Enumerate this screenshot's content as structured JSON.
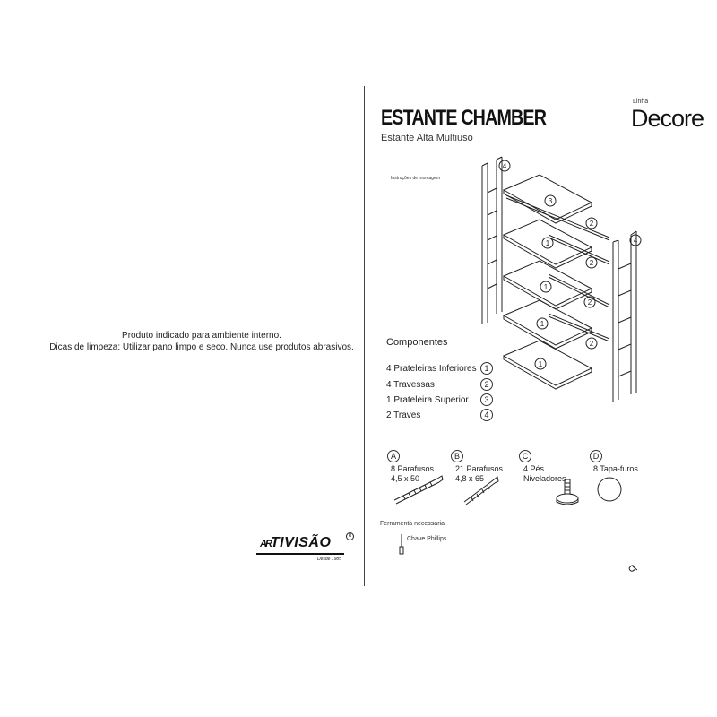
{
  "left_panel": {
    "indication": "Produto indicado para ambiente interno.",
    "cleaning_tips": "Dicas de limpeza: Utilizar pano limpo e seco. Nunca use produtos abrasivos.",
    "brand": {
      "name": "TIVISÃO",
      "prefix": "AR",
      "since": "Desde 1985",
      "registered": "R"
    }
  },
  "header": {
    "title": "ESTANTE CHAMBER",
    "subtitle": "Estante Alta Multiuso",
    "line_label": "Linha",
    "line_name": "Decore"
  },
  "diagram": {
    "caption": "Instruções de montagem"
  },
  "components": {
    "heading": "Componentes",
    "items": [
      {
        "label": "4 Prateleiras Inferiores",
        "number": "1"
      },
      {
        "label": "4 Travessas",
        "number": "2"
      },
      {
        "label": "1 Prateleira Superior",
        "number": "3"
      },
      {
        "label": "2 Traves",
        "number": "4"
      }
    ]
  },
  "hardware": [
    {
      "letter": "A",
      "line1": "8 Parafusos",
      "line2": "4,5 x 50"
    },
    {
      "letter": "B",
      "line1": "21 Parafusos",
      "line2": "4,8 x 65"
    },
    {
      "letter": "C",
      "line1": "4 Pés",
      "line2": "Niveladores"
    },
    {
      "letter": "D",
      "line1": "8 Tapa-furos",
      "line2": ""
    }
  ],
  "tools": {
    "heading": "Ferramenta necessária",
    "item": "Chave Phillips"
  }
}
